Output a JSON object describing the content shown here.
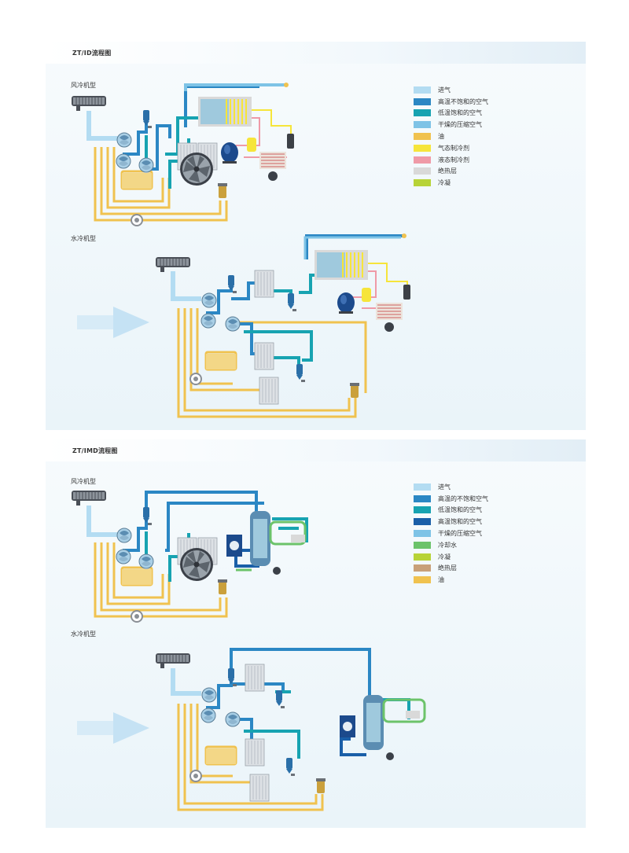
{
  "panels": [
    {
      "title": "ZT/ID流程图",
      "air_label": "风冷机型",
      "water_label": "水冷机型",
      "legend": [
        {
          "label": "进气",
          "color": "#b3dcf2"
        },
        {
          "label": "高温不饱和的空气",
          "color": "#2b87c4"
        },
        {
          "label": "低温饱和的空气",
          "color": "#17a3b1"
        },
        {
          "label": "干燥的压缩空气",
          "color": "#7ec3e6"
        },
        {
          "label": "油",
          "color": "#f0c24f"
        },
        {
          "label": "气态制冷剂",
          "color": "#f6e53a"
        },
        {
          "label": "液态制冷剂",
          "color": "#ef9aa7"
        },
        {
          "label": "绝热层",
          "color": "#d9d9d9"
        },
        {
          "label": "冷凝",
          "color": "#b7d337"
        }
      ]
    },
    {
      "title": "ZT/IMD流程图",
      "air_label": "风冷机型",
      "water_label": "水冷机型",
      "legend": [
        {
          "label": "进气",
          "color": "#b3dcf2"
        },
        {
          "label": "高温的不饱和空气",
          "color": "#2b87c4"
        },
        {
          "label": "低温饱和的空气",
          "color": "#17a3b1"
        },
        {
          "label": "高温饱和的空气",
          "color": "#1a5fa8"
        },
        {
          "label": "干燥的压缩空气",
          "color": "#7ec3e6"
        },
        {
          "label": "冷却水",
          "color": "#6cc36a"
        },
        {
          "label": "冷凝",
          "color": "#b7d337"
        },
        {
          "label": "绝热层",
          "color": "#c8a078"
        },
        {
          "label": "油",
          "color": "#f0c24f"
        }
      ]
    }
  ],
  "colors": {
    "inlet": "#b3dcf2",
    "hot_air": "#2b87c4",
    "cool_air": "#17a3b1",
    "dry_air": "#7ec3e6",
    "oil": "#f0c24f",
    "gas_ref": "#f6e53a",
    "liquid_ref": "#ef9aa7",
    "insulation": "#d9d9d9",
    "condensate": "#b7d337",
    "hot_sat": "#1a5fa8",
    "cooling_water": "#6cc36a",
    "arrow": "#cfe8f6"
  }
}
